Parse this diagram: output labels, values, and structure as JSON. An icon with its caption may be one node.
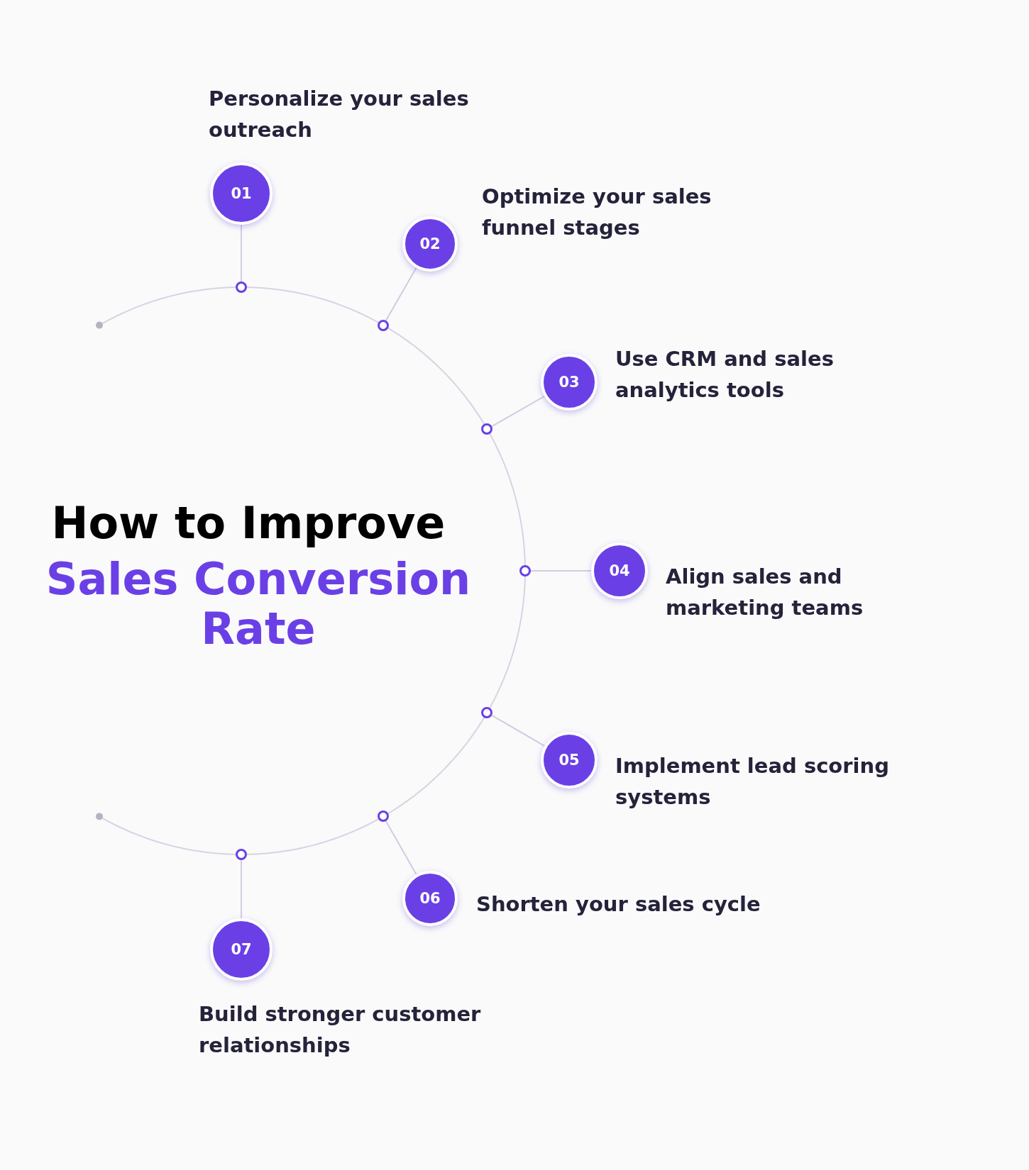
{
  "diagram": {
    "title": "How to Improve",
    "nodes": [
      {
        "text": [
          "01"
        ],
        "beside": [
          "Personalize your sales outreach"
        ]
      },
      {
        "text": [
          "02"
        ],
        "beside": [
          "Optimize your sales funnel stages"
        ]
      },
      {
        "text": [
          "03"
        ],
        "beside": [
          "Use CRM and sales analytics tools"
        ]
      },
      {
        "text": [
          "04"
        ],
        "beside": [
          "Align sales and marketing teams"
        ]
      },
      {
        "text": [
          "05"
        ],
        "beside": [
          "Implement lead scoring systems"
        ]
      },
      {
        "text": [
          "06"
        ],
        "beside": [
          "Shorten your sales cycle"
        ]
      },
      {
        "text": [
          "07"
        ],
        "beside": [
          "Build stronger customer relationships"
        ]
      },
      {
        "text": [],
        "shape": "circle"
      },
      {
        "text": [],
        "shape": "circle"
      },
      {
        "text": [],
        "shape": "circle"
      },
      {
        "text": [],
        "shape": "circle"
      },
      {
        "text": [],
        "shape": "circle"
      },
      {
        "text": [],
        "shape": "circle"
      },
      {
        "text": [],
        "shape": "circle"
      }
    ],
    "edges": [
      {
        "from": 7,
        "to": 0,
        "arrow": "none"
      },
      {
        "from": 8,
        "to": 1,
        "arrow": "none"
      },
      {
        "from": 9,
        "to": 2,
        "arrow": "none"
      },
      {
        "from": 10,
        "to": 3,
        "arrow": "none"
      },
      {
        "from": 11,
        "to": 4,
        "arrow": "none"
      },
      {
        "from": 12,
        "to": 5,
        "arrow": "none"
      },
      {
        "from": 13,
        "to": 6,
        "arrow": "none"
      }
    ],
    "labels": [
      "Sales Conversion Rate"
    ]
  }
}
